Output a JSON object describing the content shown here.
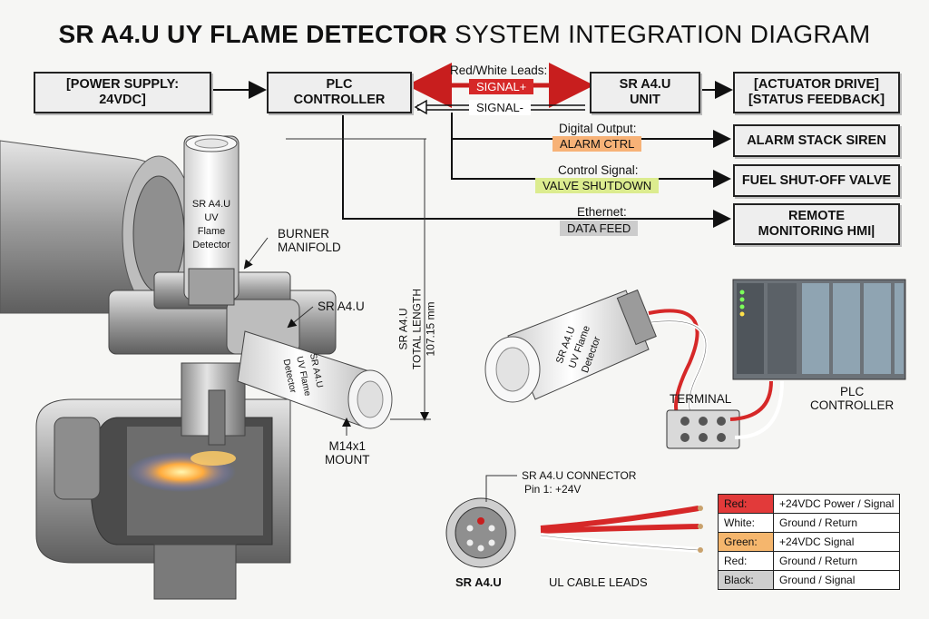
{
  "title": {
    "bold": "SR A4.U UY FLAME DETECTOR",
    "rest": " SYSTEM INTEGRATION DIAGRAM"
  },
  "boxes": {
    "power": "[POWER SUPPLY:\n24VDC]",
    "plc": "PLC\nCONTROLLER",
    "unit": "SR A4.U\nUNIT",
    "actuator": "[ACTUATOR DRIVE]\n[STATUS FEEDBACK]",
    "alarm": "ALARM STACK SIREN",
    "fuel": "FUEL SHUT-OFF VALVE",
    "hmi": "REMOTE\nMONITORING HMI|"
  },
  "signals": {
    "leads_label": "Red/White Leads:",
    "signal_plus": "SIGNAL+",
    "signal_minus": "SIGNAL-",
    "digital_label": "Digital Output:",
    "alarm_ctrl": "ALARM CTRL",
    "control_label": "Control Signal:",
    "valve_shutdown": "VALVE SHUTDOWN",
    "ethernet_label": "Ethernet:",
    "data_feed": "DATA FEED"
  },
  "callouts": {
    "burner": "BURNER\nMANIFOLD",
    "sr_a4u": "SR A4.U",
    "length": "SR A4.U\nTOTAL LENGTH\n107.15 mm",
    "mount": "M14x1\nMOUNT",
    "terminal": "TERMINAL",
    "plc": "PLC\nCONTROLLER",
    "connector": "SR A4.U CONNECTOR",
    "pin1": "Pin 1: +24V",
    "connector_name": "SR A4.U",
    "cable_leads": "UL CABLE LEADS"
  },
  "device_text": {
    "vertical_sensor": "SR A4.U\nUV Flame\nDetector",
    "horizontal_sensor": "SR A4.U\nUV Flame\nDetector",
    "loose_sensor": "SR A4.U\nUV Flame\nDetector"
  },
  "legend": [
    {
      "color": "Red:",
      "desc": "+24VDC Power / Signal",
      "bg": "#e23a3a"
    },
    {
      "color": "White:",
      "desc": "Ground / Return",
      "bg": "#ffffff"
    },
    {
      "color": "Green:",
      "desc": "+24VDC Signal",
      "bg": "#f5b66d"
    },
    {
      "color": "Red:",
      "desc": "Ground / Return",
      "bg": "#ffffff"
    },
    {
      "color": "Black:",
      "desc": "Ground / Signal",
      "bg": "#cfcfcf"
    }
  ],
  "colors": {
    "signal_red": "#d62828",
    "alarm_orange": "#f7b277",
    "valve_green": "#dcec8f",
    "data_gray": "#cccccc"
  }
}
